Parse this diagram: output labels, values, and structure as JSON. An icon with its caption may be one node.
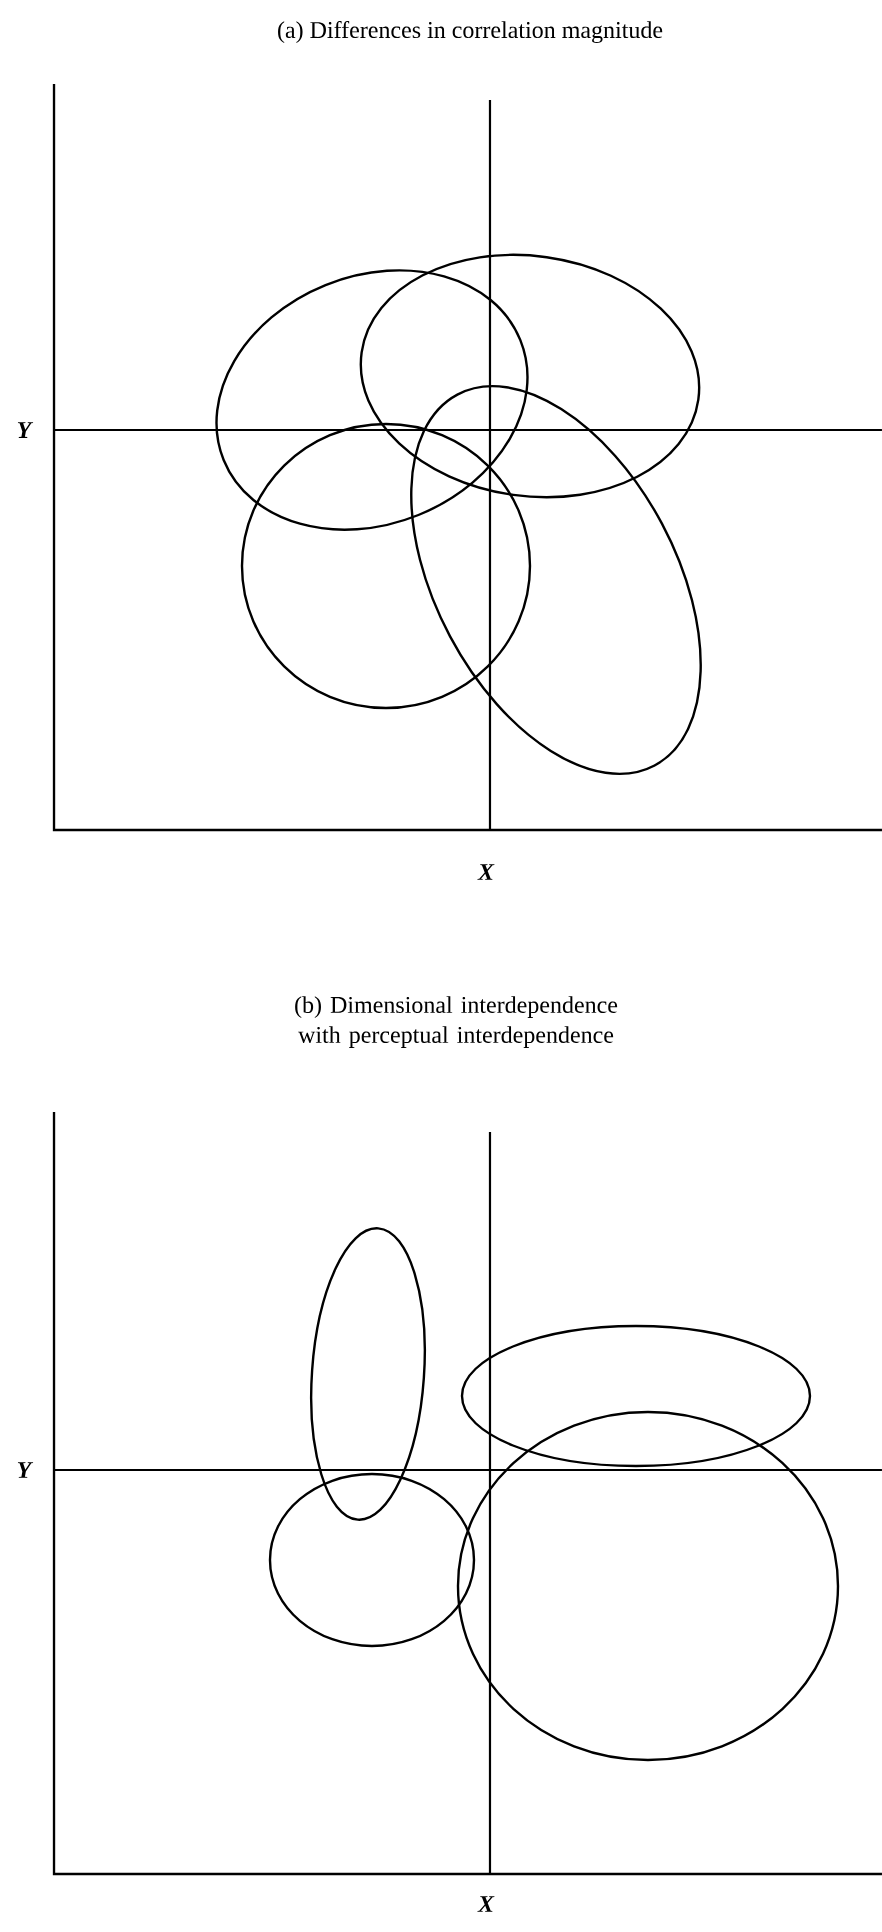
{
  "diagram": {
    "labels": [
      "(a) Differences in correlation magnitude",
      "Y",
      "X",
      "(b) Dimensional interdependence with perceptual interdependence",
      "Y",
      "X"
    ]
  }
}
